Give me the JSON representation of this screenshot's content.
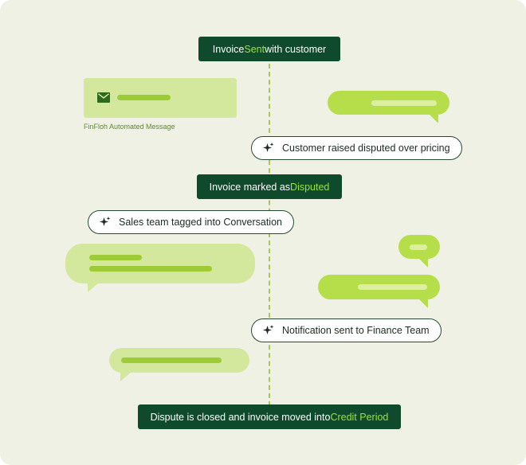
{
  "colors": {
    "background": "#f0f1e5",
    "banner": "#0f4a2c",
    "highlight": "#9be23a",
    "bubble_bright": "#b6de4a",
    "bubble_pale": "#d3e89c",
    "timeline": "#a9c852"
  },
  "icons": {
    "mail": "mail-icon",
    "sparkle": "sparkle-icon"
  },
  "banners": [
    {
      "prefix": "Invoice ",
      "highlight": "Sent",
      "suffix": " with customer"
    },
    {
      "prefix": "Invoice marked as ",
      "highlight": "Disputed",
      "suffix": ""
    },
    {
      "prefix": "Dispute is closed and invoice moved into ",
      "highlight": "Credit Period",
      "suffix": ""
    }
  ],
  "automated_message": {
    "caption": "FinFloh Automated Message"
  },
  "events": [
    {
      "text": "Customer raised disputed over pricing"
    },
    {
      "text": "Sales team tagged into Conversation"
    },
    {
      "text": "Notification sent to Finance Team"
    }
  ]
}
